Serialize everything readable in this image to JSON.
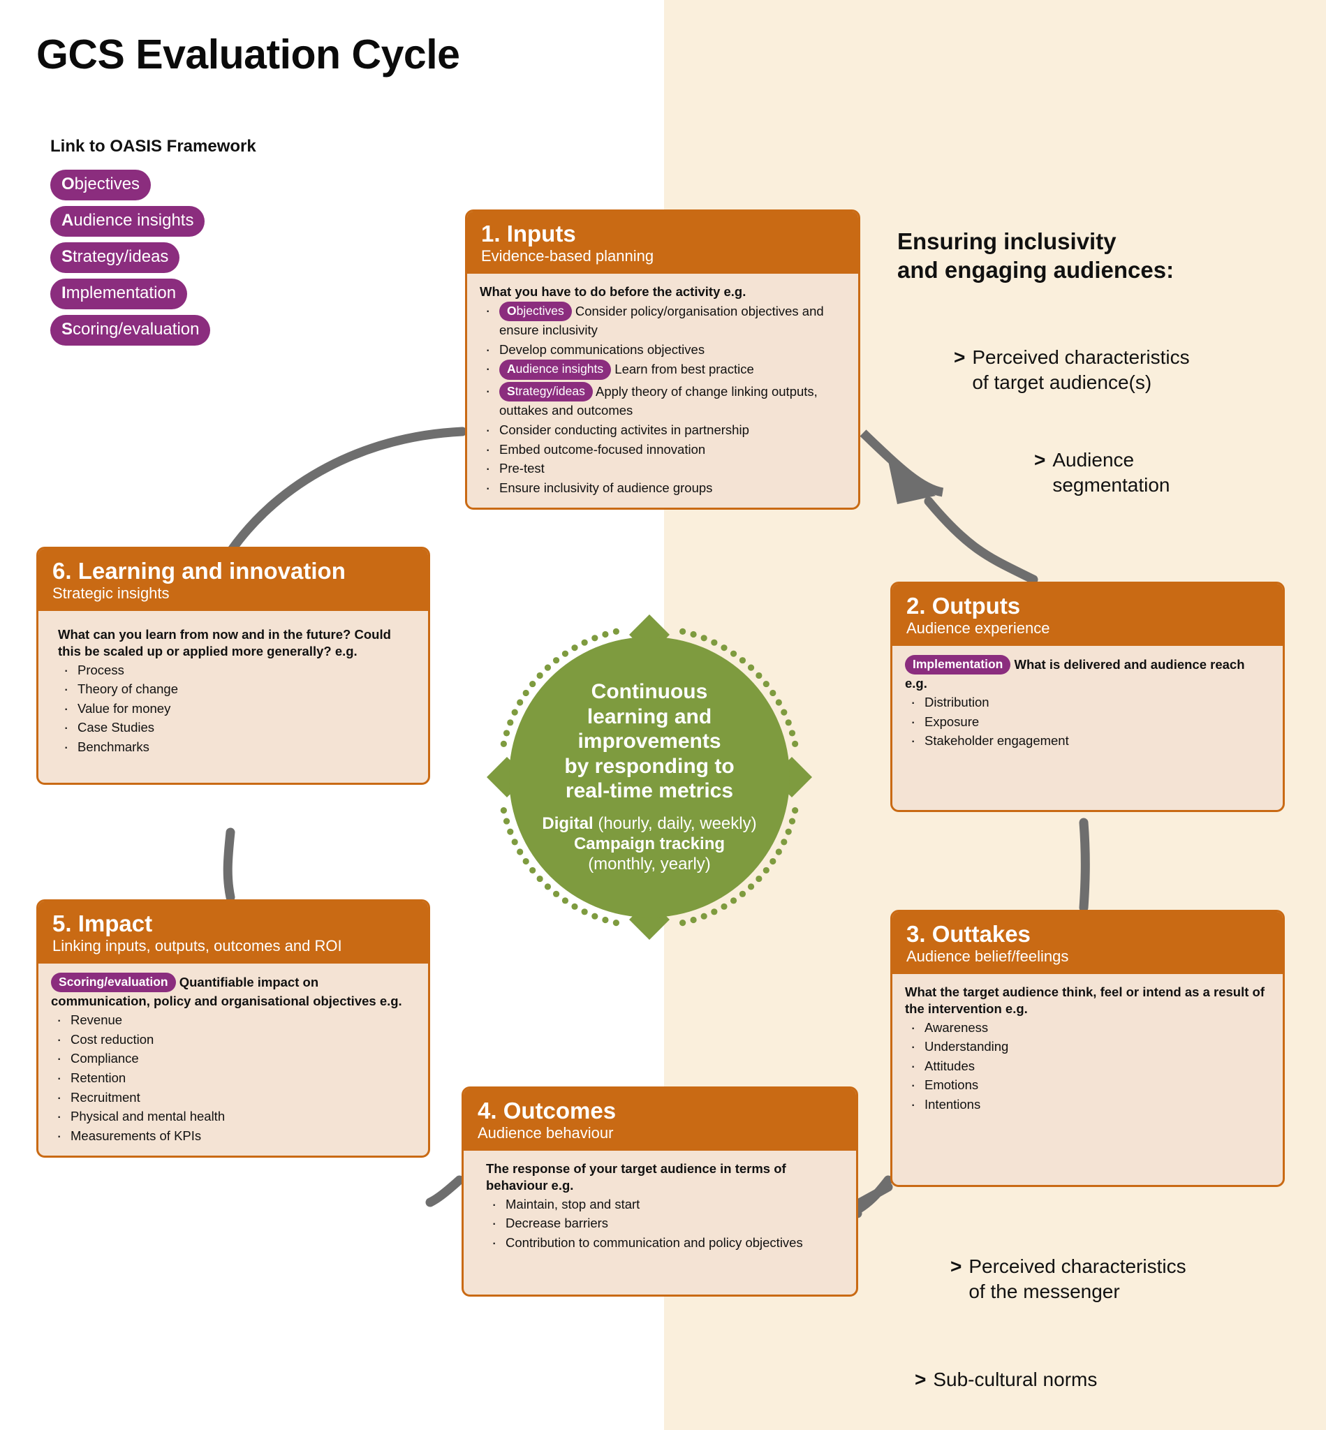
{
  "title": "GCS Evaluation Cycle",
  "colors": {
    "orange": "#C96A14",
    "box_body": "#F4E3D4",
    "purple": "#8B2D7E",
    "green": "#7E9B3F",
    "cream_bg": "#FAEFDC",
    "connector_grey": "#6E6E6E"
  },
  "oasis": {
    "heading": "Link to OASIS Framework",
    "tags": [
      {
        "initial": "O",
        "rest": "bjectives"
      },
      {
        "initial": "A",
        "rest": "udience insights"
      },
      {
        "initial": "S",
        "rest": "trategy/ideas"
      },
      {
        "initial": "I",
        "rest": "mplementation"
      },
      {
        "initial": "S",
        "rest": "coring/evaluation"
      }
    ]
  },
  "steps": {
    "inputs": {
      "num": "1. Inputs",
      "sub": "Evidence-based planning",
      "lead": "What you have to do before the activity e.g.",
      "bullets": [
        {
          "tag_initial": "O",
          "tag_rest": "bjectives",
          "text": "Consider policy/organisation objectives and ensure inclusivity"
        },
        {
          "tag_initial": "",
          "tag_rest": "",
          "text": "Develop communications objectives"
        },
        {
          "tag_initial": "A",
          "tag_rest": "udience insights",
          "text": "Learn from best practice"
        },
        {
          "tag_initial": "S",
          "tag_rest": "trategy/ideas",
          "text": "Apply theory of change linking outputs, outtakes and outcomes"
        },
        {
          "tag_initial": "",
          "tag_rest": "",
          "text": "Consider conducting activites in partnership"
        },
        {
          "tag_initial": "",
          "tag_rest": "",
          "text": "Embed outcome-focused innovation"
        },
        {
          "tag_initial": "",
          "tag_rest": "",
          "text": "Pre-test"
        },
        {
          "tag_initial": "",
          "tag_rest": "",
          "text": "Ensure inclusivity of audience groups"
        }
      ]
    },
    "outputs": {
      "num": "2. Outputs",
      "sub": "Audience experience",
      "lead_tag_initial": "I",
      "lead_tag_rest": "mplementation",
      "lead": "What is delivered and audience reach e.g.",
      "bullets": [
        "Distribution",
        "Exposure",
        "Stakeholder engagement"
      ]
    },
    "outtakes": {
      "num": "3. Outtakes",
      "sub": "Audience belief/feelings",
      "lead": "What the target audience think, feel or intend as a result of the intervention e.g.",
      "bullets": [
        "Awareness",
        "Understanding",
        "Attitudes",
        "Emotions",
        "Intentions"
      ]
    },
    "outcomes": {
      "num": "4. Outcomes",
      "sub": "Audience behaviour",
      "lead": "The response of your target audience in terms of behaviour e.g.",
      "bullets": [
        "Maintain, stop and start",
        "Decrease barriers",
        "Contribution to communication and policy objectives"
      ]
    },
    "impact": {
      "num": "5. Impact",
      "sub": "Linking inputs, outputs, outcomes and ROI",
      "lead_tag_initial": "S",
      "lead_tag_rest": "coring/evaluation",
      "lead": "Quantifiable impact on communication, policy and organisational objectives e.g.",
      "bullets": [
        "Revenue",
        "Cost reduction",
        "Compliance",
        "Retention",
        "Recruitment",
        "Physical and mental health",
        "Measurements of KPIs"
      ]
    },
    "learning": {
      "num": "6. Learning and innovation",
      "sub": "Strategic insights",
      "lead": "What can you learn from now and in the future? Could this be scaled up or applied more generally? e.g.",
      "bullets": [
        "Process",
        "Theory of change",
        "Value for money",
        "Case Studies",
        "Benchmarks"
      ]
    }
  },
  "centre": {
    "main_line1": "Continuous",
    "main_line2": "learning and",
    "main_line3": "improvements",
    "main_line4": "by responding to",
    "main_line5": "real-time metrics",
    "digital_label": "Digital",
    "digital_detail": " (hourly, daily, weekly)",
    "campaign_label": "Campaign tracking",
    "campaign_detail": "(monthly, yearly)"
  },
  "right_column": {
    "heading_line1": "Ensuring inclusivity",
    "heading_line2": "and engaging audiences:",
    "items": [
      {
        "marker": ">",
        "line1": "Perceived characteristics",
        "line2": "of target audience(s)"
      },
      {
        "marker": ">",
        "line1": "Audience",
        "line2": "segmentation"
      },
      {
        "marker": ">",
        "line1": "Perceived characteristics",
        "line2": "of the messenger"
      },
      {
        "marker": ">",
        "line1": "Sub-cultural norms",
        "line2": ""
      }
    ]
  }
}
